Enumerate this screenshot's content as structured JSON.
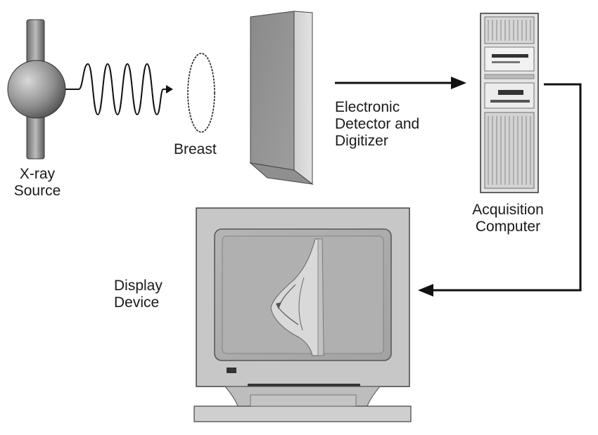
{
  "labels": {
    "xray_source": [
      "X-ray",
      "Source"
    ],
    "breast": "Breast",
    "detector": [
      "Electronic",
      "Detector and",
      "Digitizer"
    ],
    "computer": [
      "Acquisition",
      "Computer"
    ],
    "display": [
      "Display",
      "Device"
    ]
  },
  "colors": {
    "ink": "#111111",
    "panel_gray": "#b9b9b9",
    "screen_gray": "#a9a9a9"
  }
}
